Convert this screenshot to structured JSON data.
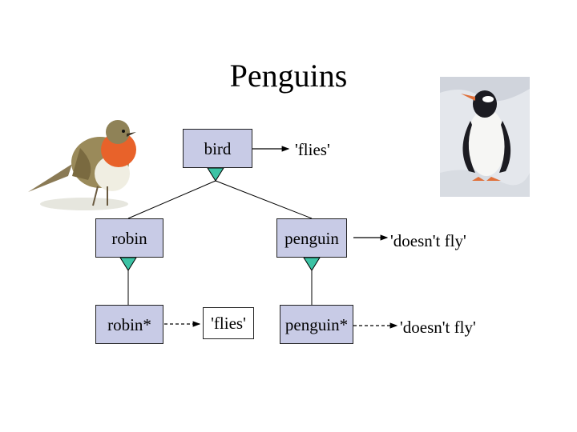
{
  "title": "Penguins",
  "nodes": {
    "bird": "bird",
    "robin": "robin",
    "penguin": "penguin",
    "robin_star": "robin*",
    "penguin_star": "penguin*"
  },
  "properties": {
    "bird_property": "'flies'",
    "penguin_property": "'doesn't fly'",
    "robin_star_property": "'flies'",
    "penguin_star_property": "'doesn't fly'"
  },
  "colors": {
    "node_fill": "#c8cbe6",
    "triangle_fill": "#3cc3a5"
  },
  "images": {
    "left": "robin-photo",
    "right": "penguin-photo"
  }
}
